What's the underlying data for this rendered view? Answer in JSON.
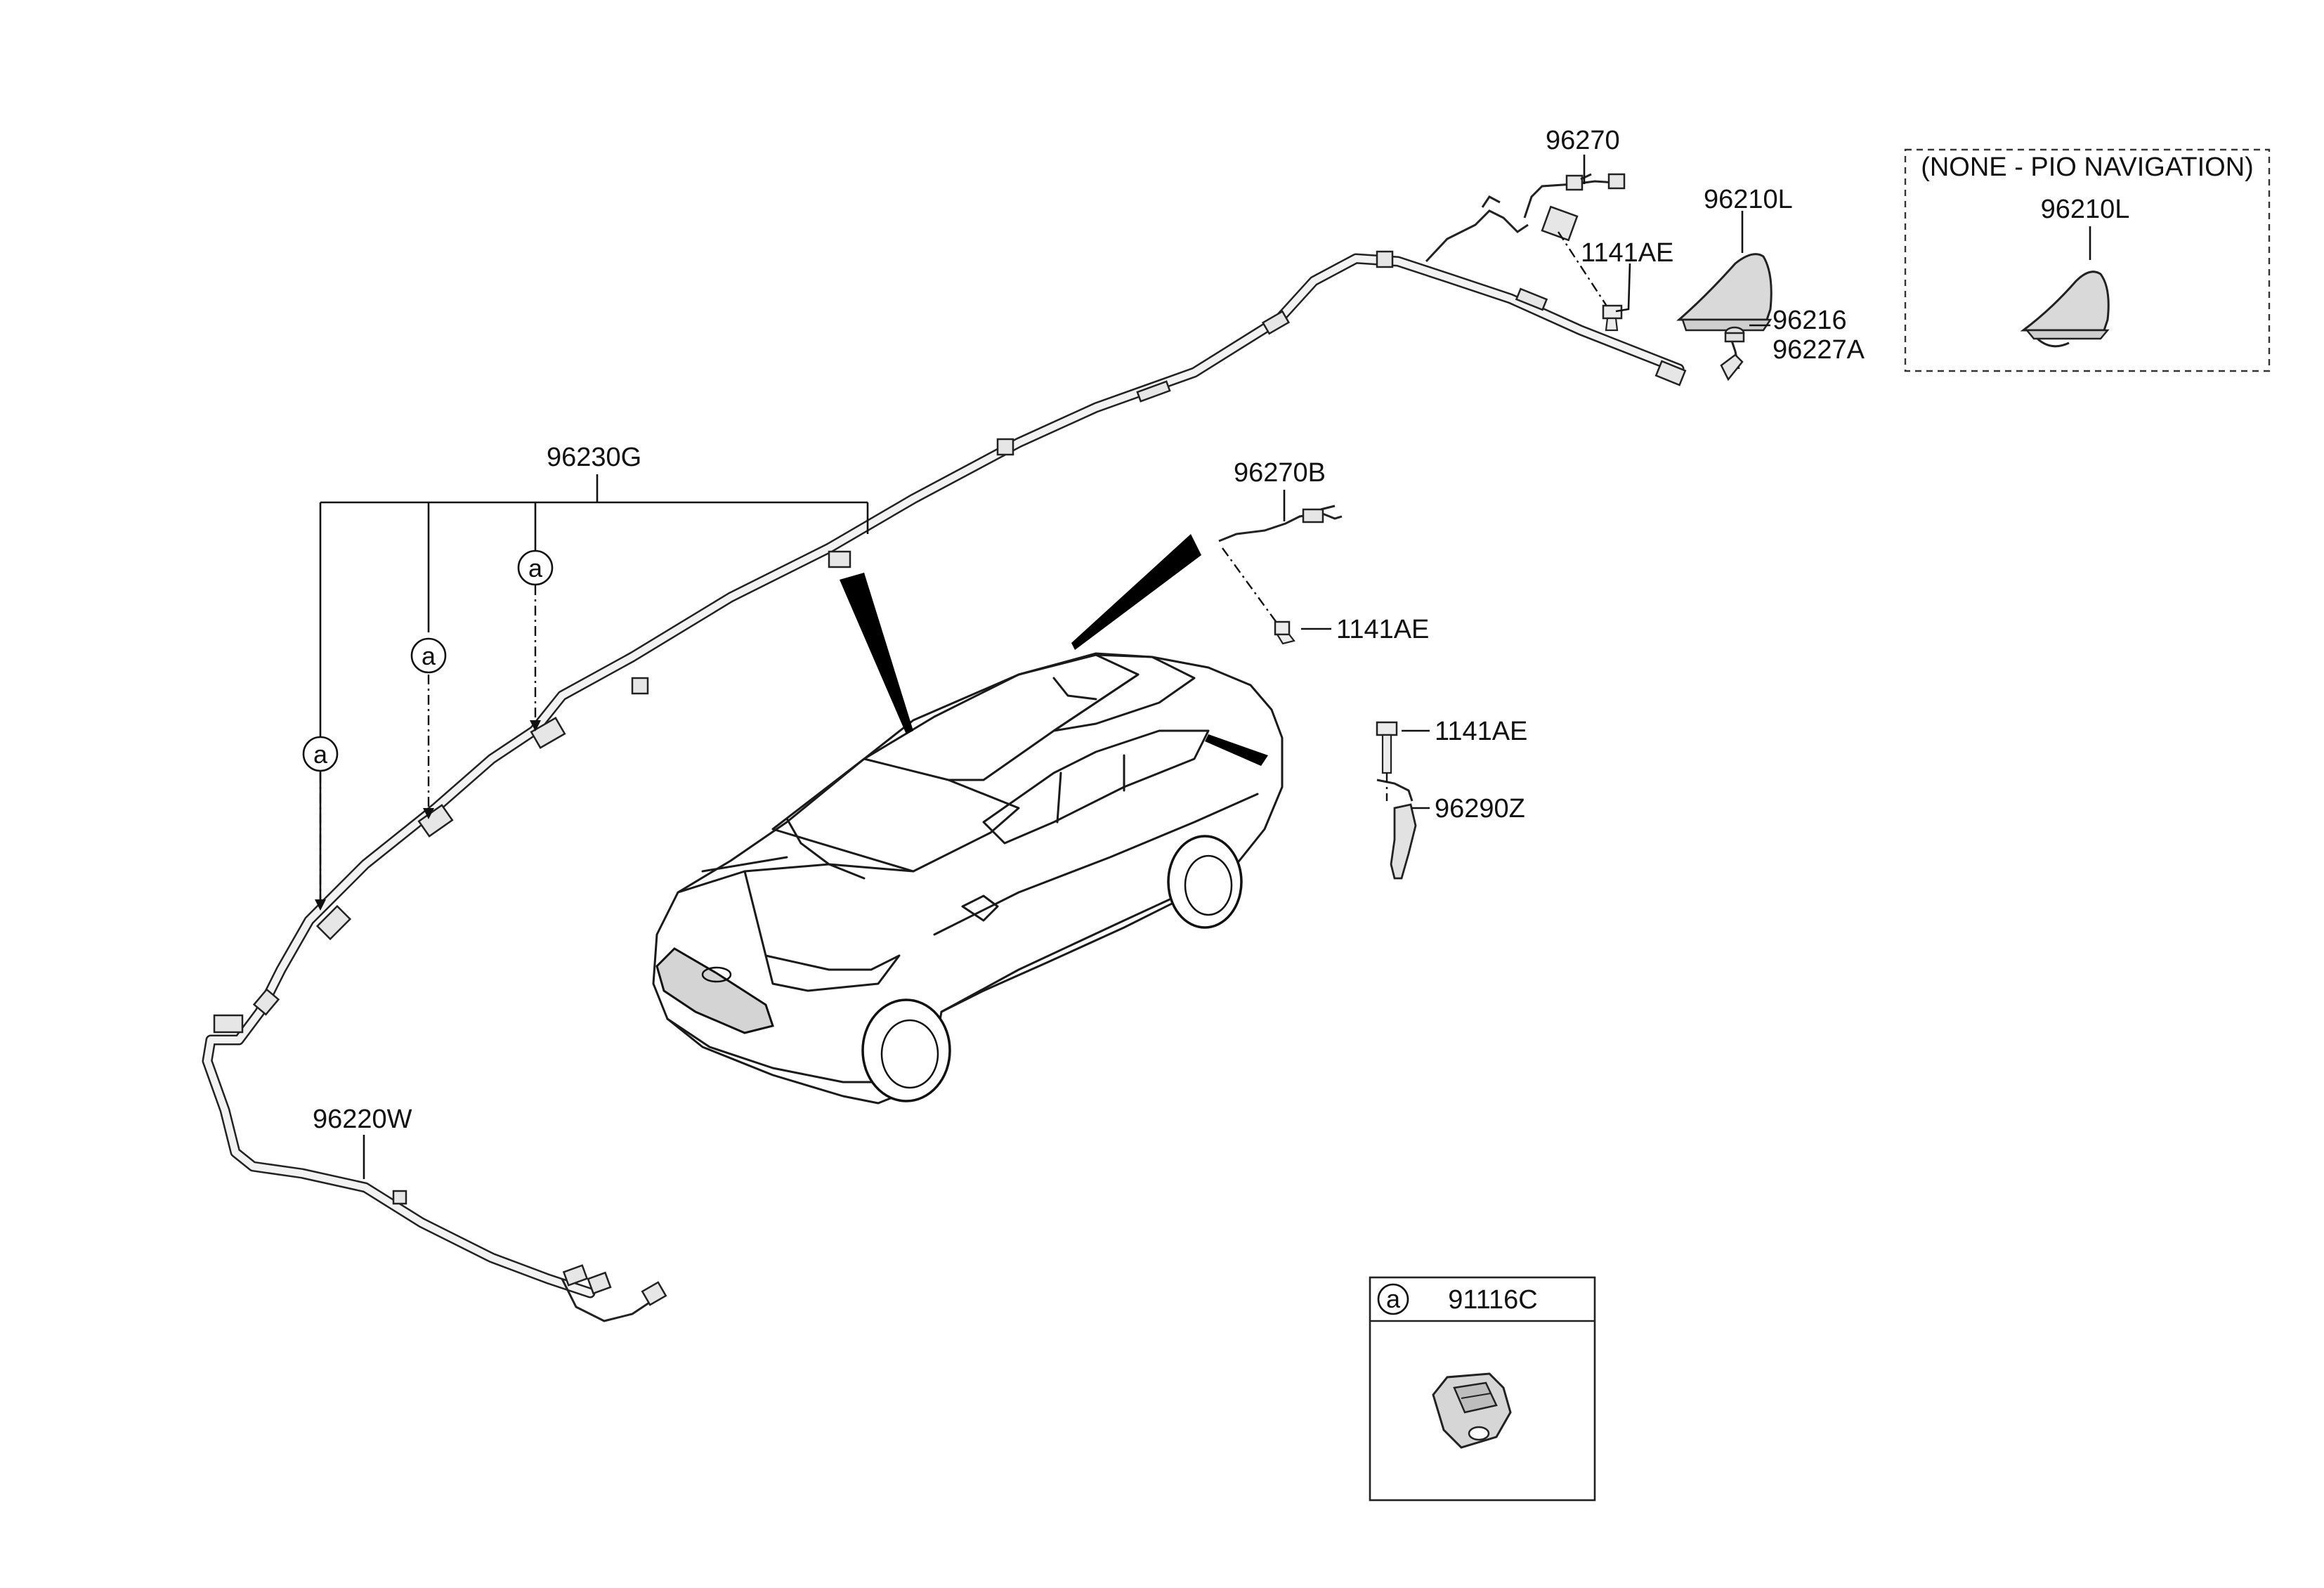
{
  "parts": {
    "p96270": "96270",
    "p1141AE_top": "1141AE",
    "p96210L": "96210L",
    "p96216": "96216",
    "p96227A": "96227A",
    "p96230G": "96230G",
    "p96270B": "96270B",
    "p1141AE_mid": "1141AE",
    "p1141AE_low": "1141AE",
    "p96290Z": "96290Z",
    "p96220W": "96220W"
  },
  "callout_letter": "a",
  "option_box": {
    "title": "(NONE - PIO NAVIGATION)",
    "part": "96210L"
  },
  "legend_box": {
    "letter": "a",
    "part": "91116C"
  }
}
